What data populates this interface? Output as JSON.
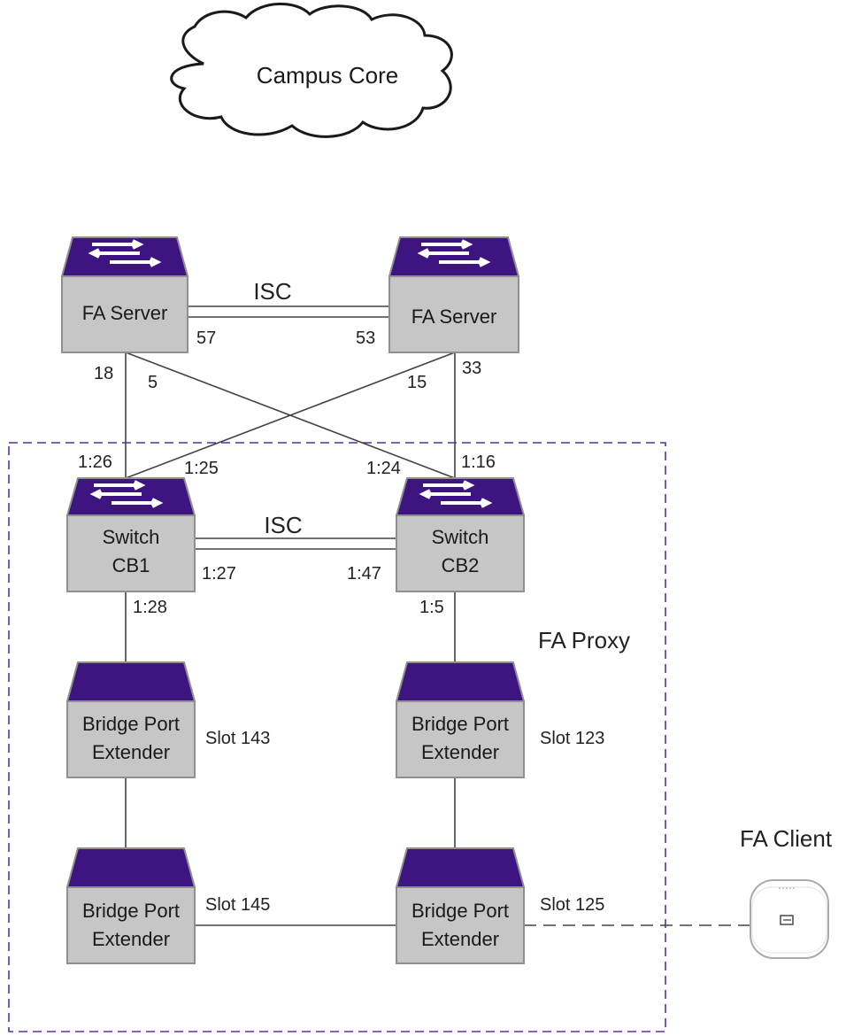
{
  "colors": {
    "device_top": "#3d1480",
    "device_body": "#c6c6c6",
    "device_border": "#8f8f8f",
    "proxy_border": "#5b2da0",
    "line": "#444444"
  },
  "cloud": {
    "label": "Campus Core",
    "icon": "cloud-icon"
  },
  "servers": [
    {
      "label": "FA Server",
      "icon": "switch-arrows-icon"
    },
    {
      "label": "FA Server",
      "icon": "switch-arrows-icon"
    }
  ],
  "switches": [
    {
      "line1": "Switch",
      "line2": "CB1",
      "icon": "switch-arrows-icon"
    },
    {
      "line1": "Switch",
      "line2": "CB2",
      "icon": "switch-arrows-icon"
    }
  ],
  "extenders": [
    {
      "line1": "Bridge Port",
      "line2": "Extender",
      "slot": "Slot 143"
    },
    {
      "line1": "Bridge Port",
      "line2": "Extender",
      "slot": "Slot 123"
    },
    {
      "line1": "Bridge Port",
      "line2": "Extender",
      "slot": "Slot 145"
    },
    {
      "line1": "Bridge Port",
      "line2": "Extender",
      "slot": "Slot 125"
    }
  ],
  "isc": {
    "top": "ISC",
    "bottom": "ISC"
  },
  "ports": {
    "s1_isc": "57",
    "s2_isc": "53",
    "s1_down": "18",
    "s1_cross": "5",
    "s2_cross": "15",
    "s2_down": "33",
    "cb1_up": "1:26",
    "cb1_cross": "1:25",
    "cb2_cross": "1:24",
    "cb2_up": "1:16",
    "cb1_isc": "1:27",
    "cb2_isc": "1:47",
    "cb1_down": "1:28",
    "cb2_down": "1:5"
  },
  "proxy": {
    "label": "FA Proxy"
  },
  "client": {
    "label": "FA Client",
    "icon": "access-point-icon"
  }
}
